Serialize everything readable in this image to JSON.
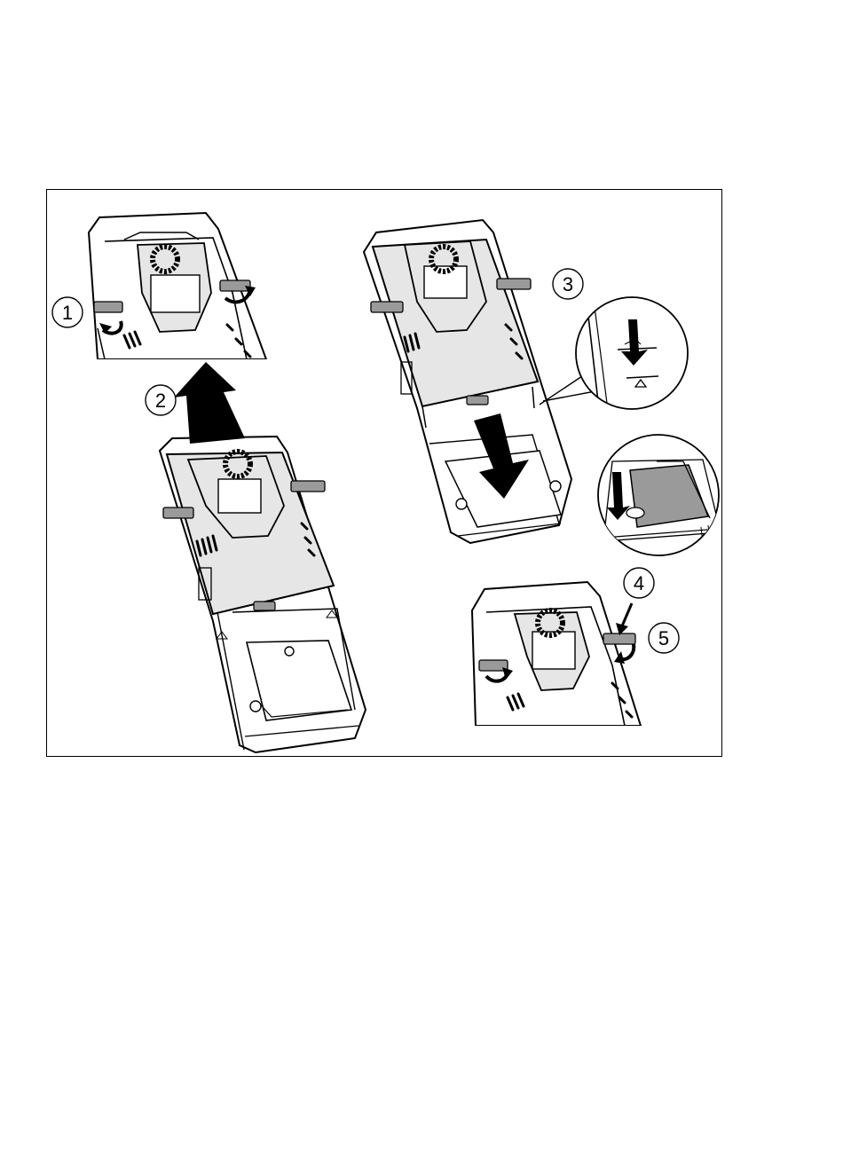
{
  "figure": {
    "step_labels": [
      "1",
      "2",
      "3",
      "4",
      "5"
    ]
  },
  "colors": {
    "line": "#000000",
    "body_gray": "#e6e6e6",
    "latch_gray": "#9a9a9a",
    "panel_gray": "#d9d9d9",
    "background": "#ffffff"
  },
  "icons": [
    "curved-arrow-icon",
    "straight-arrow-icon",
    "callout-circle-icon"
  ]
}
